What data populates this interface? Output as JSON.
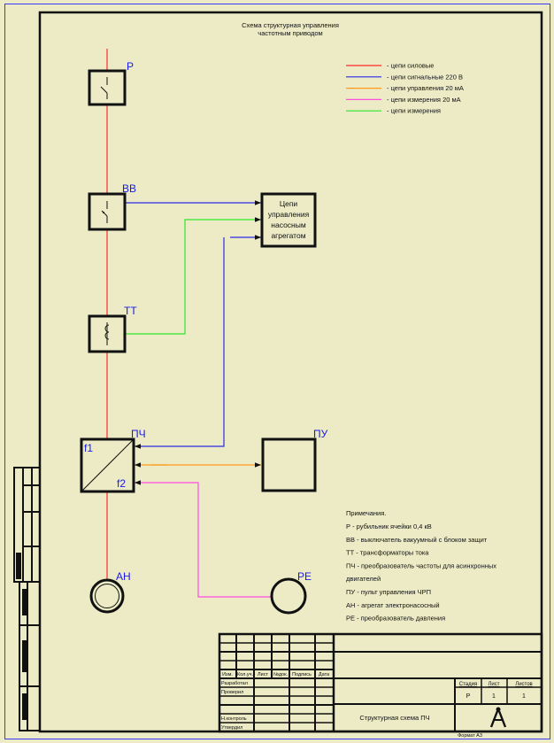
{
  "title": {
    "line1": "Схема структурная управления",
    "line2": "частотным приводом"
  },
  "legend": [
    {
      "label": "- цепи силовые",
      "color": "#ff2a2a"
    },
    {
      "label": "- цепи сигнальные 220 В",
      "color": "#2a2ae6"
    },
    {
      "label": "- цепи управления 20 мА",
      "color": "#ff9a1a"
    },
    {
      "label": "- цепи измерения 20 мА",
      "color": "#ff4ee0"
    },
    {
      "label": "- цепи измерения",
      "color": "#2ee62e"
    }
  ],
  "blocks": {
    "p": {
      "label": "Р"
    },
    "vv": {
      "label": "ВВ"
    },
    "tt": {
      "label": "ТТ"
    },
    "pch": {
      "label": "ПЧ",
      "f1": "f1",
      "f2": "f2"
    },
    "pu": {
      "label": "ПУ"
    },
    "an": {
      "label": "АН"
    },
    "re": {
      "label": "РЕ"
    },
    "control": {
      "lines": [
        "Цепи",
        "управления",
        "насосным",
        "агрегатом"
      ]
    }
  },
  "notes": {
    "heading": "Примечания.",
    "items": [
      "Р - рубильник ячейки 0,4 кВ",
      "ВВ - выключатель вакуумный с блоком защит",
      "ТТ - трансформаторы тока",
      "ПЧ - преобразователь частоты для асинхронных",
      "двигателей",
      "ПУ - пульт управления ЧРП",
      "АН - агрегат электронасосный",
      "РЕ - преобразователь давления"
    ]
  },
  "stamp": {
    "headers": [
      "Изм.",
      "Кол.уч.",
      "Лист",
      "№док.",
      "Подпись",
      "Дата"
    ],
    "roles": [
      "Разработал",
      "Проверил",
      "",
      "",
      "Н.контроль",
      "Утвердил"
    ],
    "stage_header": "Стадия",
    "sheet_header": "Лист",
    "sheets_header": "Листов",
    "stage_value": "Р",
    "sheet_value": "1",
    "sheets_value": "1",
    "drawing_title": "Структурная схема ПЧ",
    "format": "Формат А3"
  },
  "colors": {
    "power": "#ff2a2a",
    "signal": "#2a2ae6",
    "control": "#ff9a1a",
    "measure20": "#ff4ee0",
    "measure": "#2ee62e",
    "frame": "#111111",
    "outer_border": "#3a3aff",
    "background": "#ecebc6"
  }
}
